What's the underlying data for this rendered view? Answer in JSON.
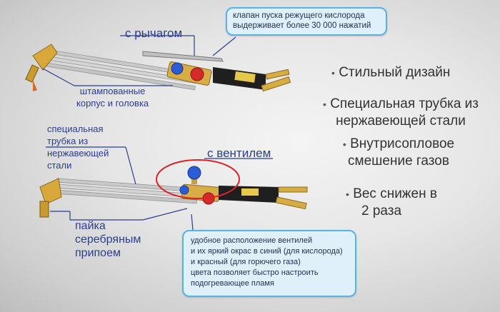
{
  "callouts": {
    "top": [
      "клапан пуска режущего кислорода",
      "выдерживает более 30 000 нажатий"
    ],
    "bottom": [
      "удобное расположение вентилей",
      "и их яркий окрас в синий (для кислорода)",
      "и красный (для горючего газа)",
      "цвета позволяет быстро настроить",
      "подогревающее пламя"
    ]
  },
  "labels": {
    "lever": "с рычагом",
    "stamped": [
      "штампованные",
      "корпус и головка"
    ],
    "tube": [
      "специальная",
      "трубка из",
      "нержавеющей",
      "стали"
    ],
    "valve": "с вентилем",
    "solder": [
      "пайка",
      "серебряным",
      "припоем"
    ]
  },
  "features": [
    [
      "Стильный дизайн"
    ],
    [
      "Специальная трубка из",
      "нержавеющей стали"
    ],
    [
      "Внутрисопловое",
      "смешение газов"
    ],
    [
      "Вес снижен в",
      "2 раза"
    ]
  ],
  "bullet_char": "•",
  "colors": {
    "accent": "#2b3d8f",
    "callout_bg": "#dff0fb",
    "callout_border": "#58b2e6",
    "valve_ring": "#d9252a"
  },
  "icons": {
    "oxygen_valve": "blue-valve-icon",
    "gas_valve": "red-valve-icon"
  }
}
